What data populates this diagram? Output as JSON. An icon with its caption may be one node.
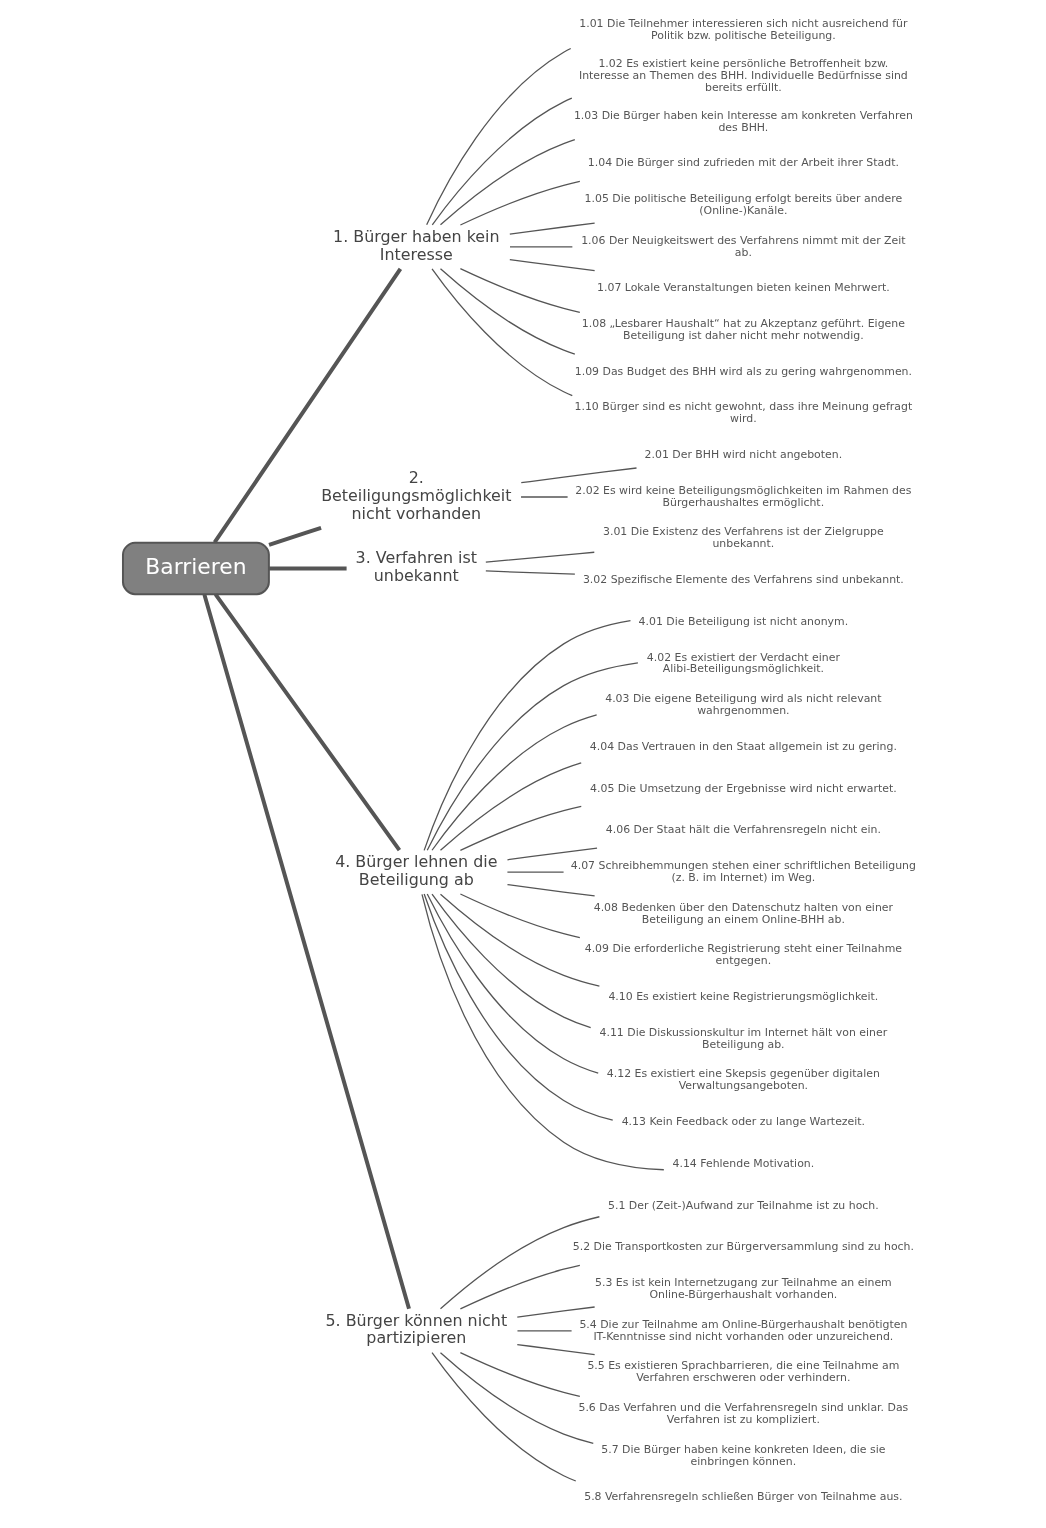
{
  "diagram": {
    "nodes": [
      {
        "text": [
          "Barrieren"
        ]
      },
      {
        "text": [
          "1. Bürger haben kein Interesse"
        ]
      },
      {
        "text": [
          "1.01 Die Teilnehmer interessieren sich nicht ausreichend für Politik bzw. politische Beteiligung."
        ]
      },
      {
        "text": [
          "1.02 Es existiert keine persönliche Betroffenheit bzw. Interesse an Themen des BHH. Individuelle Bedürfnisse sind bereits erfüllt."
        ]
      },
      {
        "text": [
          "1.03 Die Bürger haben kein Interesse am konkreten Verfahren des BHH."
        ]
      },
      {
        "text": [
          "1.04 Die Bürger sind zufrieden mit der Arbeit ihrer Stadt."
        ]
      },
      {
        "text": [
          "1.05 Die politische Beteiligung erfolgt bereits über andere (Online-)Kanäle."
        ]
      },
      {
        "text": [
          "1.06 Der Neuigkeitswert des Verfahrens nimmt mit der Zeit ab."
        ]
      },
      {
        "text": [
          "1.07 Lokale Veranstaltungen bieten keinen Mehrwert."
        ]
      },
      {
        "text": [
          "1.08 „Lesbarer Haushalt“ hat zu Akzeptanz geführt. Eigene Beteiligung ist daher nicht mehr notwendig."
        ]
      },
      {
        "text": [
          "1.09 Das Budget des BHH wird als zu gering wahrgenommen."
        ]
      },
      {
        "text": [
          "1.10 Bürger sind es nicht gewohnt, dass ihre Meinung gefragt wird."
        ]
      },
      {
        "text": [
          "2. Beteiligungsmöglichkeit nicht vorhanden"
        ]
      },
      {
        "text": [
          "2.01 Der BHH wird nicht angeboten."
        ]
      },
      {
        "text": [
          "2.02 Es wird keine Beteiligungsmöglichkeiten im Rahmen des Bürgerhaushaltes ermöglicht."
        ]
      },
      {
        "text": [
          "3. Verfahren ist unbekannt"
        ]
      },
      {
        "text": [
          "3.01 Die Existenz des Verfahrens ist der Zielgruppe unbekannt."
        ]
      },
      {
        "text": [
          "3.02 Spezifische Elemente des Verfahrens sind unbekannt."
        ]
      },
      {
        "text": [
          "4. Bürger lehnen die Beteiligung ab"
        ]
      },
      {
        "text": [
          "4.01 Die Beteiligung ist nicht anonym."
        ]
      },
      {
        "text": [
          "4.02 Es existiert der Verdacht einer Alibi-Beteiligungsmöglichkeit."
        ]
      },
      {
        "text": [
          "4.03 Die eigene Beteiligung wird als nicht relevant wahrgenommen."
        ]
      },
      {
        "text": [
          "4.04 Das Vertrauen in den Staat allgemein ist zu gering."
        ]
      },
      {
        "text": [
          "4.05 Die Umsetzung der Ergebnisse wird nicht erwartet."
        ]
      },
      {
        "text": [
          "4.06 Der Staat hält die Verfahrensregeln nicht ein."
        ]
      },
      {
        "text": [
          "4.07 Schreibhemmungen stehen einer schriftlichen Beteiligung (z. B. im Internet) im Weg."
        ]
      },
      {
        "text": [
          "4.08 Bedenken über den Datenschutz halten von einer Beteiligung an einem Online-BHH ab."
        ]
      },
      {
        "text": [
          "4.09 Die erforderliche Registrierung steht einer Teilnahme entgegen."
        ]
      },
      {
        "text": [
          "4.10 Es existiert keine Registrierungsmöglichkeit."
        ]
      },
      {
        "text": [
          "4.11 Die Diskussionskultur im Internet hält von einer Beteiligung ab."
        ]
      },
      {
        "text": [
          "4.12 Es existiert eine Skepsis gegenüber digitalen Verwaltungsangeboten."
        ]
      },
      {
        "text": [
          "4.13 Kein Feedback oder zu lange Wartezeit."
        ]
      },
      {
        "text": [
          "4.14 Fehlende Motivation."
        ]
      },
      {
        "text": [
          "5. Bürger können nicht partizipieren"
        ]
      },
      {
        "text": [
          "5.1 Der (Zeit-)Aufwand zur Teilnahme ist zu hoch."
        ]
      },
      {
        "text": [
          "5.2 Die Transportkosten zur Bürgerversammlung sind zu hoch."
        ]
      },
      {
        "text": [
          "5.3 Es ist kein Internetzugang zur Teilnahme an einem Online-Bürgerhaushalt vorhanden."
        ]
      },
      {
        "text": [
          "5.4 Die zur Teilnahme am Online-Bürgerhaushalt benötigten IT-Kenntnisse sind nicht vorhanden oder unzureichend."
        ]
      },
      {
        "text": [
          "5.5 Es existieren Sprachbarrieren, die eine Teilnahme am Verfahren erschweren oder verhindern."
        ]
      },
      {
        "text": [
          "5.6 Das Verfahren und die Verfahrensregeln sind unklar. Das Verfahren ist zu kompliziert."
        ]
      },
      {
        "text": [
          "5.7 Die Bürger haben keine konkreten Ideen, die sie einbringen können."
        ]
      },
      {
        "text": [
          "5.8 Verfahrensregeln schließen Bürger von Teilnahme aus."
        ]
      }
    ],
    "edges": [
      {
        "from": 0,
        "to": 1,
        "arrow": "none",
        "style": "thick"
      },
      {
        "from": 1,
        "to": 2,
        "arrow": "none"
      },
      {
        "from": 1,
        "to": 3,
        "arrow": "none"
      },
      {
        "from": 1,
        "to": 4,
        "arrow": "none"
      },
      {
        "from": 1,
        "to": 5,
        "arrow": "none"
      },
      {
        "from": 1,
        "to": 6,
        "arrow": "none"
      },
      {
        "from": 1,
        "to": 7,
        "arrow": "none"
      },
      {
        "from": 1,
        "to": 8,
        "arrow": "none"
      },
      {
        "from": 1,
        "to": 9,
        "arrow": "none"
      },
      {
        "from": 1,
        "to": 10,
        "arrow": "none"
      },
      {
        "from": 1,
        "to": 11,
        "arrow": "none"
      },
      {
        "from": 0,
        "to": 12,
        "arrow": "none",
        "style": "thick"
      },
      {
        "from": 12,
        "to": 13,
        "arrow": "none"
      },
      {
        "from": 12,
        "to": 14,
        "arrow": "none"
      },
      {
        "from": 0,
        "to": 15,
        "arrow": "none",
        "style": "thick"
      },
      {
        "from": 15,
        "to": 16,
        "arrow": "none"
      },
      {
        "from": 15,
        "to": 17,
        "arrow": "none"
      },
      {
        "from": 0,
        "to": 18,
        "arrow": "none",
        "style": "thick"
      },
      {
        "from": 18,
        "to": 19,
        "arrow": "none"
      },
      {
        "from": 18,
        "to": 20,
        "arrow": "none"
      },
      {
        "from": 18,
        "to": 21,
        "arrow": "none"
      },
      {
        "from": 18,
        "to": 22,
        "arrow": "none"
      },
      {
        "from": 18,
        "to": 23,
        "arrow": "none"
      },
      {
        "from": 18,
        "to": 24,
        "arrow": "none"
      },
      {
        "from": 18,
        "to": 25,
        "arrow": "none"
      },
      {
        "from": 18,
        "to": 26,
        "arrow": "none"
      },
      {
        "from": 18,
        "to": 27,
        "arrow": "none"
      },
      {
        "from": 18,
        "to": 28,
        "arrow": "none"
      },
      {
        "from": 18,
        "to": 29,
        "arrow": "none"
      },
      {
        "from": 18,
        "to": 30,
        "arrow": "none"
      },
      {
        "from": 18,
        "to": 31,
        "arrow": "none"
      },
      {
        "from": 18,
        "to": 32,
        "arrow": "none"
      },
      {
        "from": 0,
        "to": 33,
        "arrow": "none",
        "style": "thick"
      },
      {
        "from": 33,
        "to": 34,
        "arrow": "none"
      },
      {
        "from": 33,
        "to": 35,
        "arrow": "none"
      },
      {
        "from": 33,
        "to": 36,
        "arrow": "none"
      },
      {
        "from": 33,
        "to": 37,
        "arrow": "none"
      },
      {
        "from": 33,
        "to": 38,
        "arrow": "none"
      },
      {
        "from": 33,
        "to": 39,
        "arrow": "none"
      },
      {
        "from": 33,
        "to": 40,
        "arrow": "none"
      },
      {
        "from": 33,
        "to": 41,
        "arrow": "none"
      }
    ]
  }
}
